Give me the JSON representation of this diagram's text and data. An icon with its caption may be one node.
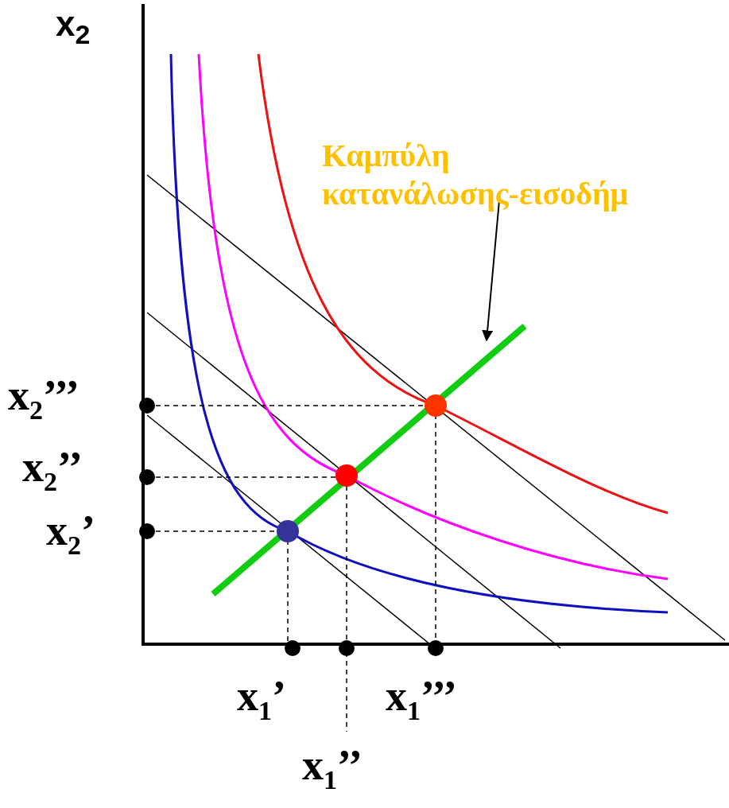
{
  "diagram": {
    "nodes": [
      {
        "text": [
          "Καμπύλη κατανάλωσης-εισοδήμ"
        ]
      },
      {
        "text": [],
        "shape": "line"
      }
    ],
    "edges": [
      {
        "from": 0,
        "to": 1,
        "arrow": "to"
      }
    ],
    "labels": [
      "x$_{2}$",
      "x$_{2}$’’’",
      "x$_{2}$’’",
      "x$_{2}$’",
      "x$_{1}$’",
      "x$_{1}$’’’",
      "x$_{1}$’’"
    ]
  }
}
